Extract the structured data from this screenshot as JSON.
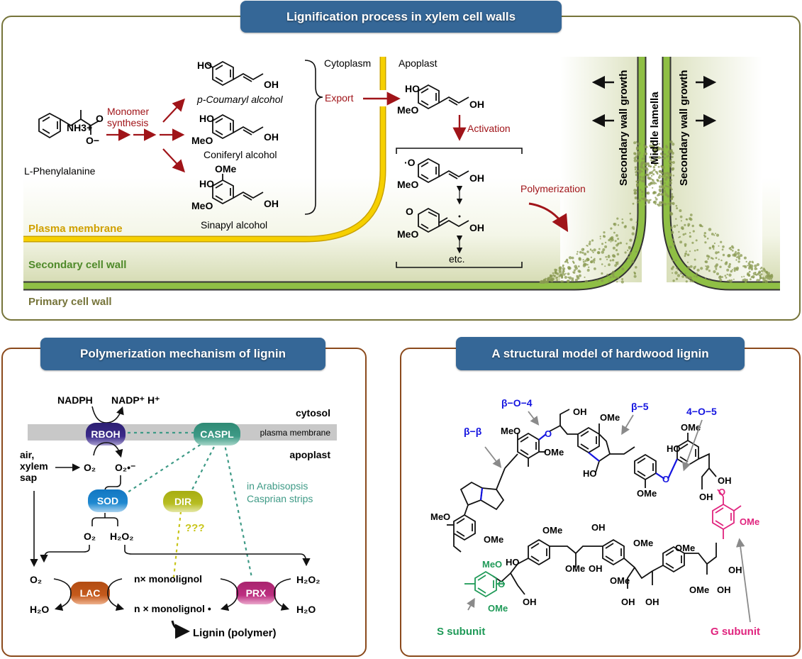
{
  "top_panel": {
    "title": "Lignification process in xylem cell walls",
    "phenylalanine_label": "L-Phenylalanine",
    "phenylalanine_groups": {
      "amine": "NH3+",
      "carboxylate": "O−"
    },
    "monomer_synthesis_label": [
      "Monomer",
      "synthesis"
    ],
    "monolignols": [
      {
        "name": "p-Coumaryl alcohol",
        "groups": [
          "HO",
          "OH"
        ]
      },
      {
        "name": "Coniferyl alcohol",
        "groups": [
          "HO",
          "MeO",
          "OH"
        ]
      },
      {
        "name": "Sinapyl alcohol",
        "groups": [
          "OMe",
          "HO",
          "MeO",
          "OH"
        ]
      }
    ],
    "cytoplasm_label": "Cytoplasm",
    "apoplast_label": "Apoplast",
    "export_label": "Export",
    "activation_label": "Activation",
    "radical_forms": [
      {
        "groups": [
          "·O",
          "MeO",
          "OH"
        ]
      },
      {
        "groups": [
          "O",
          "MeO",
          "OH"
        ]
      }
    ],
    "etc_label": "etc.",
    "polymerization_label": "Polymerization",
    "middle_lamella_label": "Middle lamella",
    "secondary_wall_growth_label": "Secondary wall growth",
    "plasma_membrane_label": "Plasma membrane",
    "secondary_cell_wall_label": "Secondary cell wall",
    "primary_cell_wall_label": "Primary cell wall",
    "colors": {
      "arrow_red": "#a01419",
      "plasma_membrane": "#f2c200",
      "secondary_wall_text": "#4f8a2a",
      "primary_wall_text": "#76743a",
      "primary_wall_band": "#8fbf45",
      "lignin_particles": "#8a9a52"
    }
  },
  "bottom_left": {
    "title": "Polymerization mechanism of lignin",
    "nadph": "NADPH",
    "nadp": "NADP⁺ H⁺",
    "cytosol": "cytosol",
    "plasma_membrane": "plasma membrane",
    "apoplast": "apoplast",
    "air_source": [
      "air,",
      "xylem",
      "sap"
    ],
    "o2": "O₂",
    "superoxide": "O₂•⁻",
    "h2o2": "H₂O₂",
    "h2o": "H₂O",
    "monolignol": "n× monolignol",
    "monolignol_radical": "n × monolignol •",
    "lignin": "Lignin (polymer)",
    "question": "???",
    "casparian_note": [
      "in Arabisopsis",
      "Casprian strips"
    ],
    "enzymes": {
      "rboh": {
        "label": "RBOH",
        "color": "#3b2a8a"
      },
      "caspl": {
        "label": "CASPL",
        "color": "#3e9a86"
      },
      "sod": {
        "label": "SOD",
        "color": "#1e88d0"
      },
      "dir": {
        "label": "DIR",
        "color": "#b7bd22"
      },
      "lac": {
        "label": "LAC",
        "color": "#c55a1c"
      },
      "prx": {
        "label": "PRX",
        "color": "#bd2e80"
      }
    }
  },
  "bottom_right": {
    "title": "A structural model of hardwood lignin",
    "linkages": [
      "β−O−4",
      "β−5",
      "4−O−5",
      "β−β"
    ],
    "s_subunit": "S subunit",
    "g_subunit": "G subunit",
    "group_labels": {
      "ome": "OMe",
      "meo": "MeO",
      "oh": "OH",
      "ho": "HO",
      "o": "O"
    },
    "colors": {
      "linkage": "#1515e0",
      "s_subunit": "#1f9a58",
      "g_subunit": "#e0247e",
      "pointer": "#8a8a8a"
    }
  }
}
